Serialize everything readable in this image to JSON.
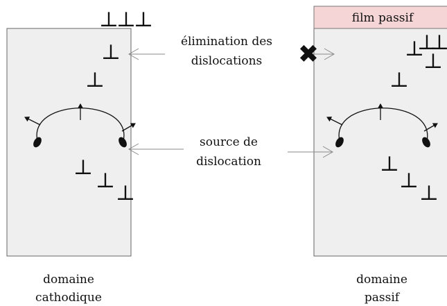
{
  "labels": {
    "passive_film": "film passif",
    "elimination_line1": "élimination des",
    "elimination_line2": "dislocations",
    "source_line1": "source de",
    "source_line2": "dislocation",
    "cathodic_line1": "domaine",
    "cathodic_line2": "cathodique",
    "passive_line1": "domaine",
    "passive_line2": "passif"
  },
  "symbols": {
    "dislocation": "⊥",
    "blocked": "✖"
  },
  "colors": {
    "domain_fill": "#efefef",
    "domain_border": "#666666",
    "film_fill": "#f5d5d5",
    "ink": "#111111",
    "pointer": "#8a8a8a"
  }
}
